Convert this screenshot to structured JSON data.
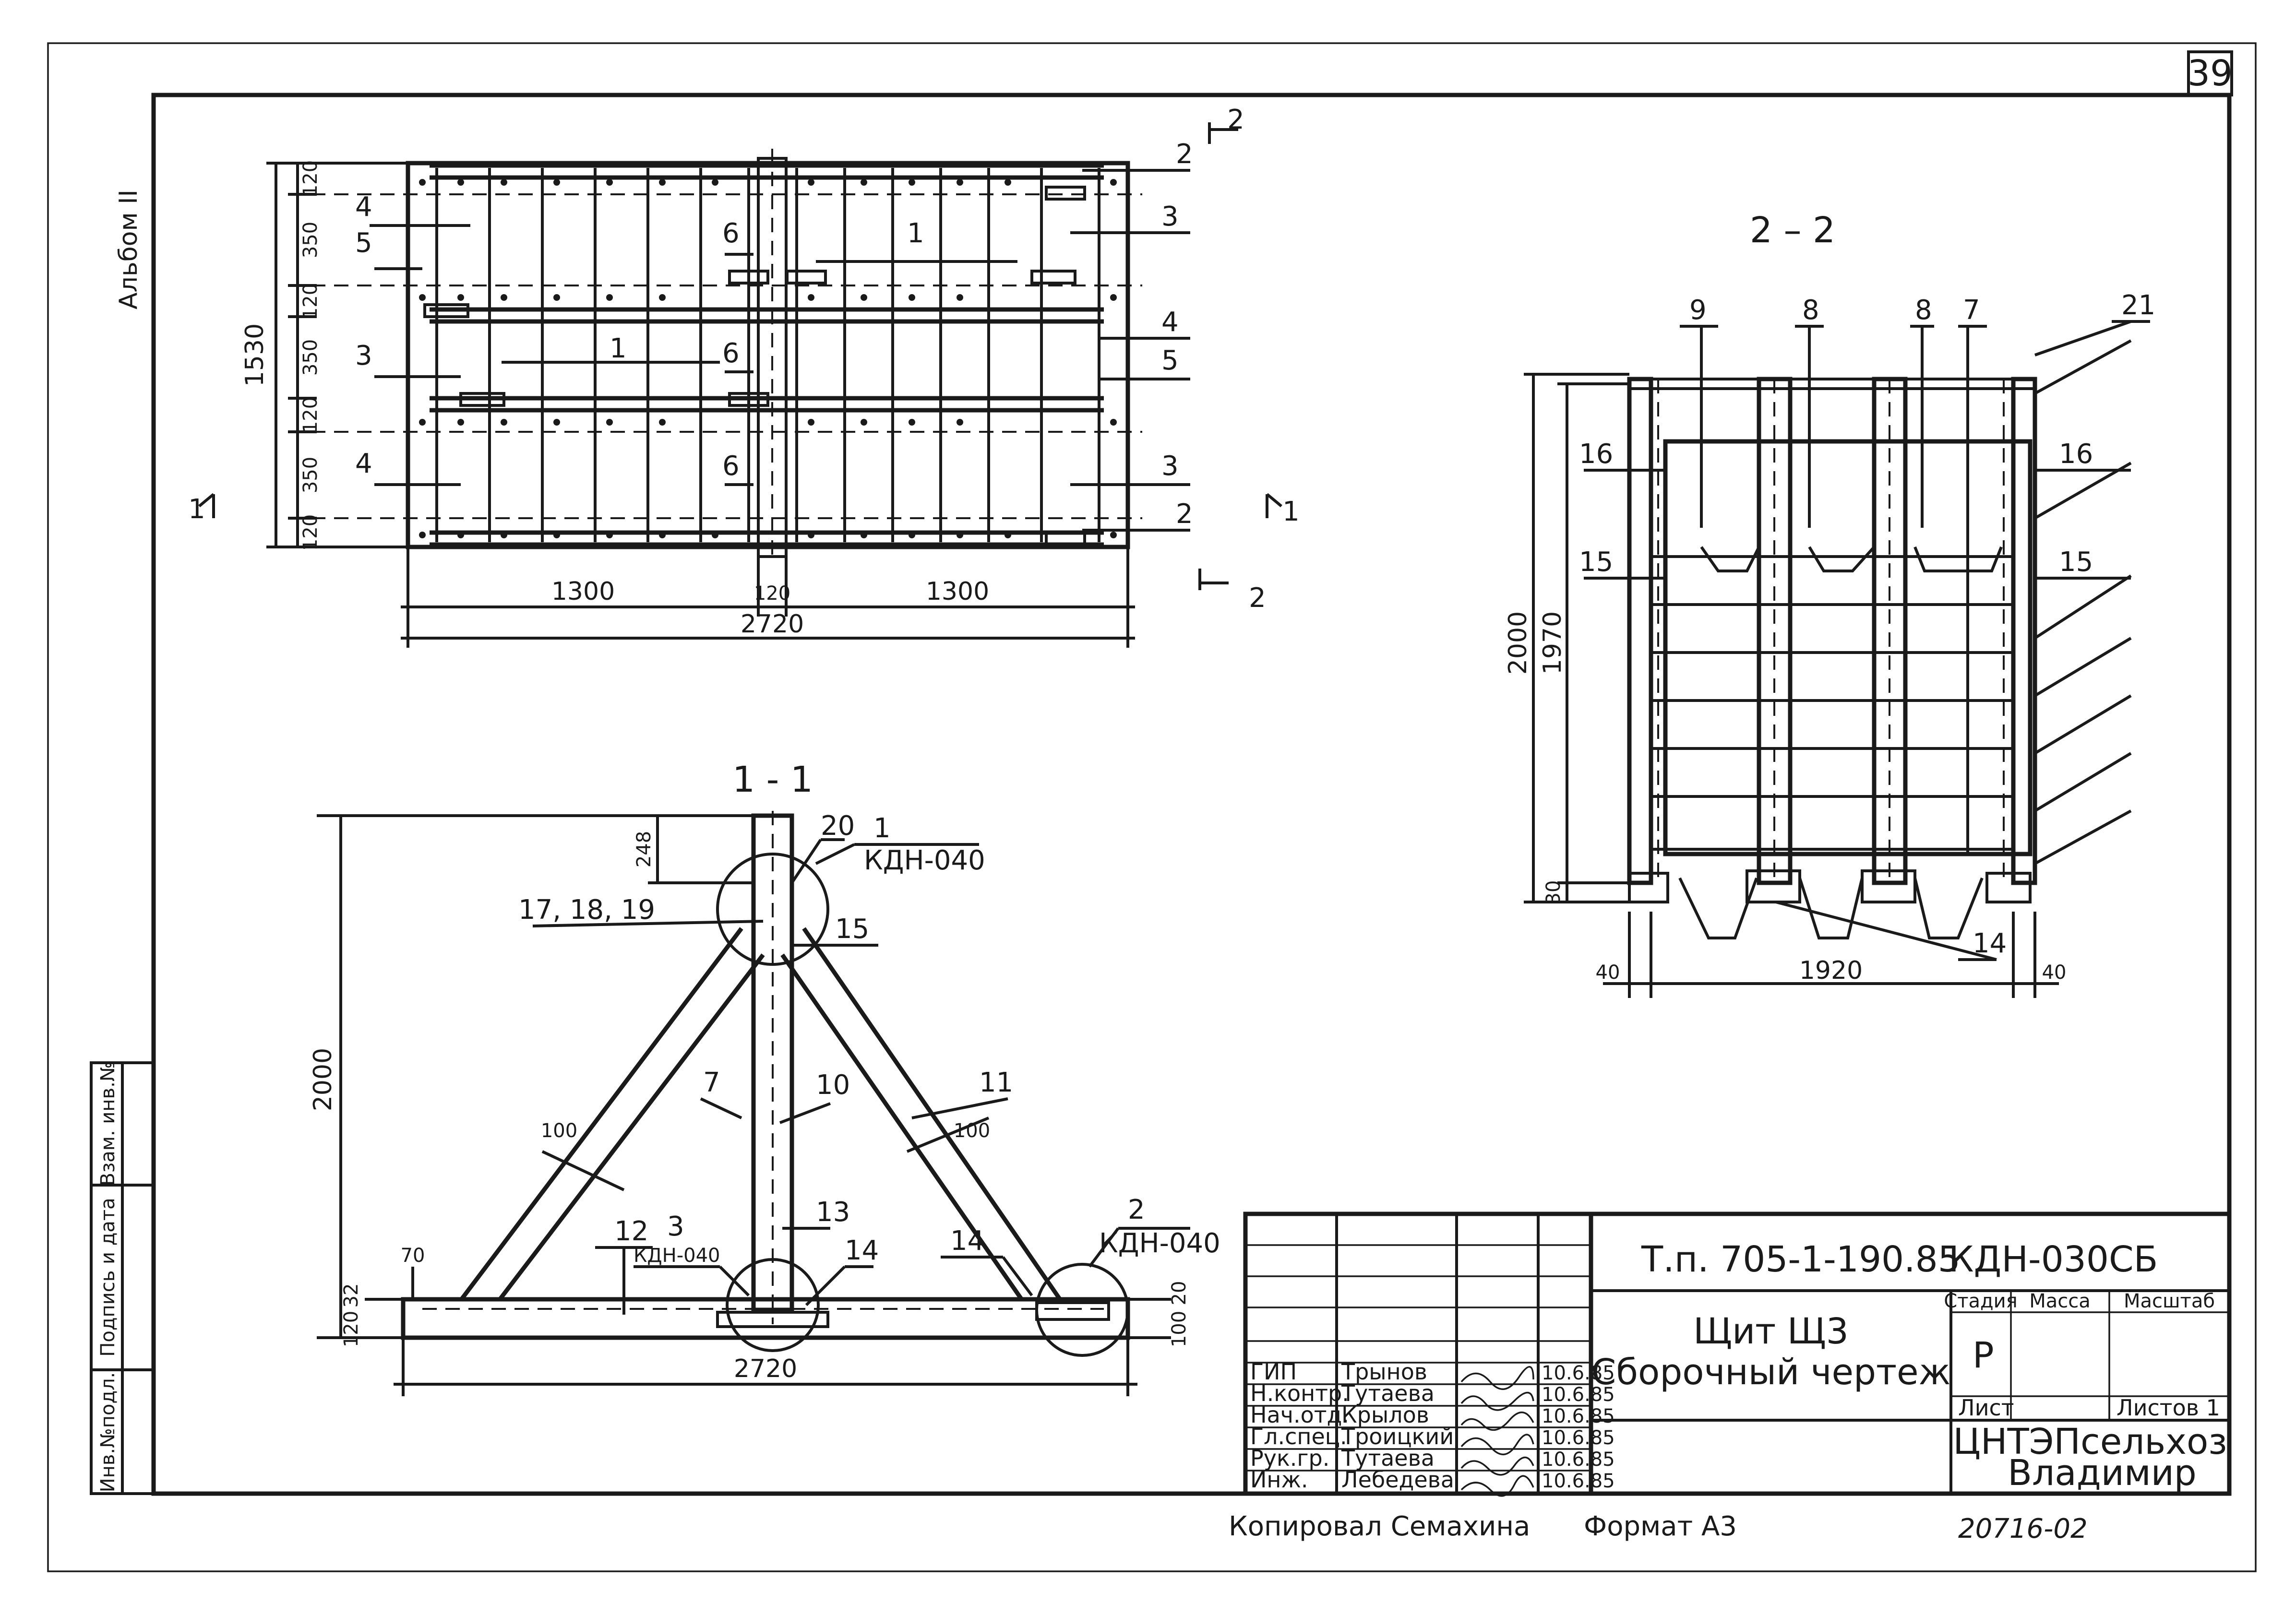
{
  "colors": {
    "ink": "#1a1a1a",
    "paper": "#ffffff"
  },
  "sheet": {
    "sheet_number": "39",
    "album": "Альбом II",
    "side_cells": [
      "Инв.№подл.",
      "Подпись и дата",
      "Взам. инв.№"
    ]
  },
  "plan": {
    "section_marks": {
      "s1": "1",
      "s2": "2"
    },
    "dims_vertical": {
      "total": "1530",
      "d120": "120",
      "d350": "350"
    },
    "dims_horizontal": {
      "d1300": "1300",
      "d120": "120",
      "total": "2720"
    },
    "callouts": {
      "c1": "1",
      "c2": "2",
      "c3": "3",
      "c4": "4",
      "c5": "5",
      "c6": "6"
    }
  },
  "section11": {
    "title": "1 - 1",
    "dims": {
      "h2000": "2000",
      "d248": "248",
      "d70": "70",
      "d120": "120",
      "d32": "32",
      "d100": "100",
      "d20": "20",
      "w2720": "2720"
    },
    "callouts": {
      "c20": "20",
      "c1": "1",
      "ref_top": "КДН-040",
      "c17": "17, 18, 19",
      "c15": "15",
      "c7": "7",
      "c10": "10",
      "c11": "11",
      "c13": "13",
      "c12": "12",
      "c3": "3",
      "ref_left": "КДН-040",
      "c14a": "14",
      "c14b": "14",
      "c2": "2",
      "ref_right": "КДН-040"
    }
  },
  "section22": {
    "title": "2 – 2",
    "dims": {
      "h2000": "2000",
      "h1970": "1970",
      "d30": "30",
      "d40": "40",
      "w1920": "1920"
    },
    "callouts": {
      "c9": "9",
      "c8a": "8",
      "c8b": "8",
      "c7": "7",
      "c21": "21",
      "c16a": "16",
      "c16b": "16",
      "c15a": "15",
      "c15b": "15",
      "c14": "14"
    }
  },
  "title_block": {
    "doc_code": "Т.п. 705-1-190.85",
    "drawing_code": "КДН-030СБ",
    "name_line1": "Щит Щ3",
    "name_line2": "Сборочный чертеж",
    "stage_header": "Стадия",
    "mass_header": "Масса",
    "scale_header": "Масштаб",
    "stage": "Р",
    "sheet_label": "Лист",
    "sheets_label": "Листов 1",
    "org_line1": "ЦНТЭПсельхоз",
    "org_line2": "Владимир",
    "roles": [
      {
        "role": "ГИП",
        "name": "Трынов",
        "date": "10.6.85"
      },
      {
        "role": "Н.контр.",
        "name": "Тутаева",
        "date": "10.6.85"
      },
      {
        "role": "Нач.отд.",
        "name": "Крылов",
        "date": "10.6.85"
      },
      {
        "role": "Гл.спец.",
        "name": "Троицкий",
        "date": "10.6.85"
      },
      {
        "role": "Рук.гр.",
        "name": "Тутаева",
        "date": "10.6.85"
      },
      {
        "role": "Инж.",
        "name": "Лебедева",
        "date": "10.6.85"
      }
    ]
  },
  "footer": {
    "copied": "Копировал Семахина",
    "format": "Формат А3",
    "inventory": "20716-02"
  }
}
